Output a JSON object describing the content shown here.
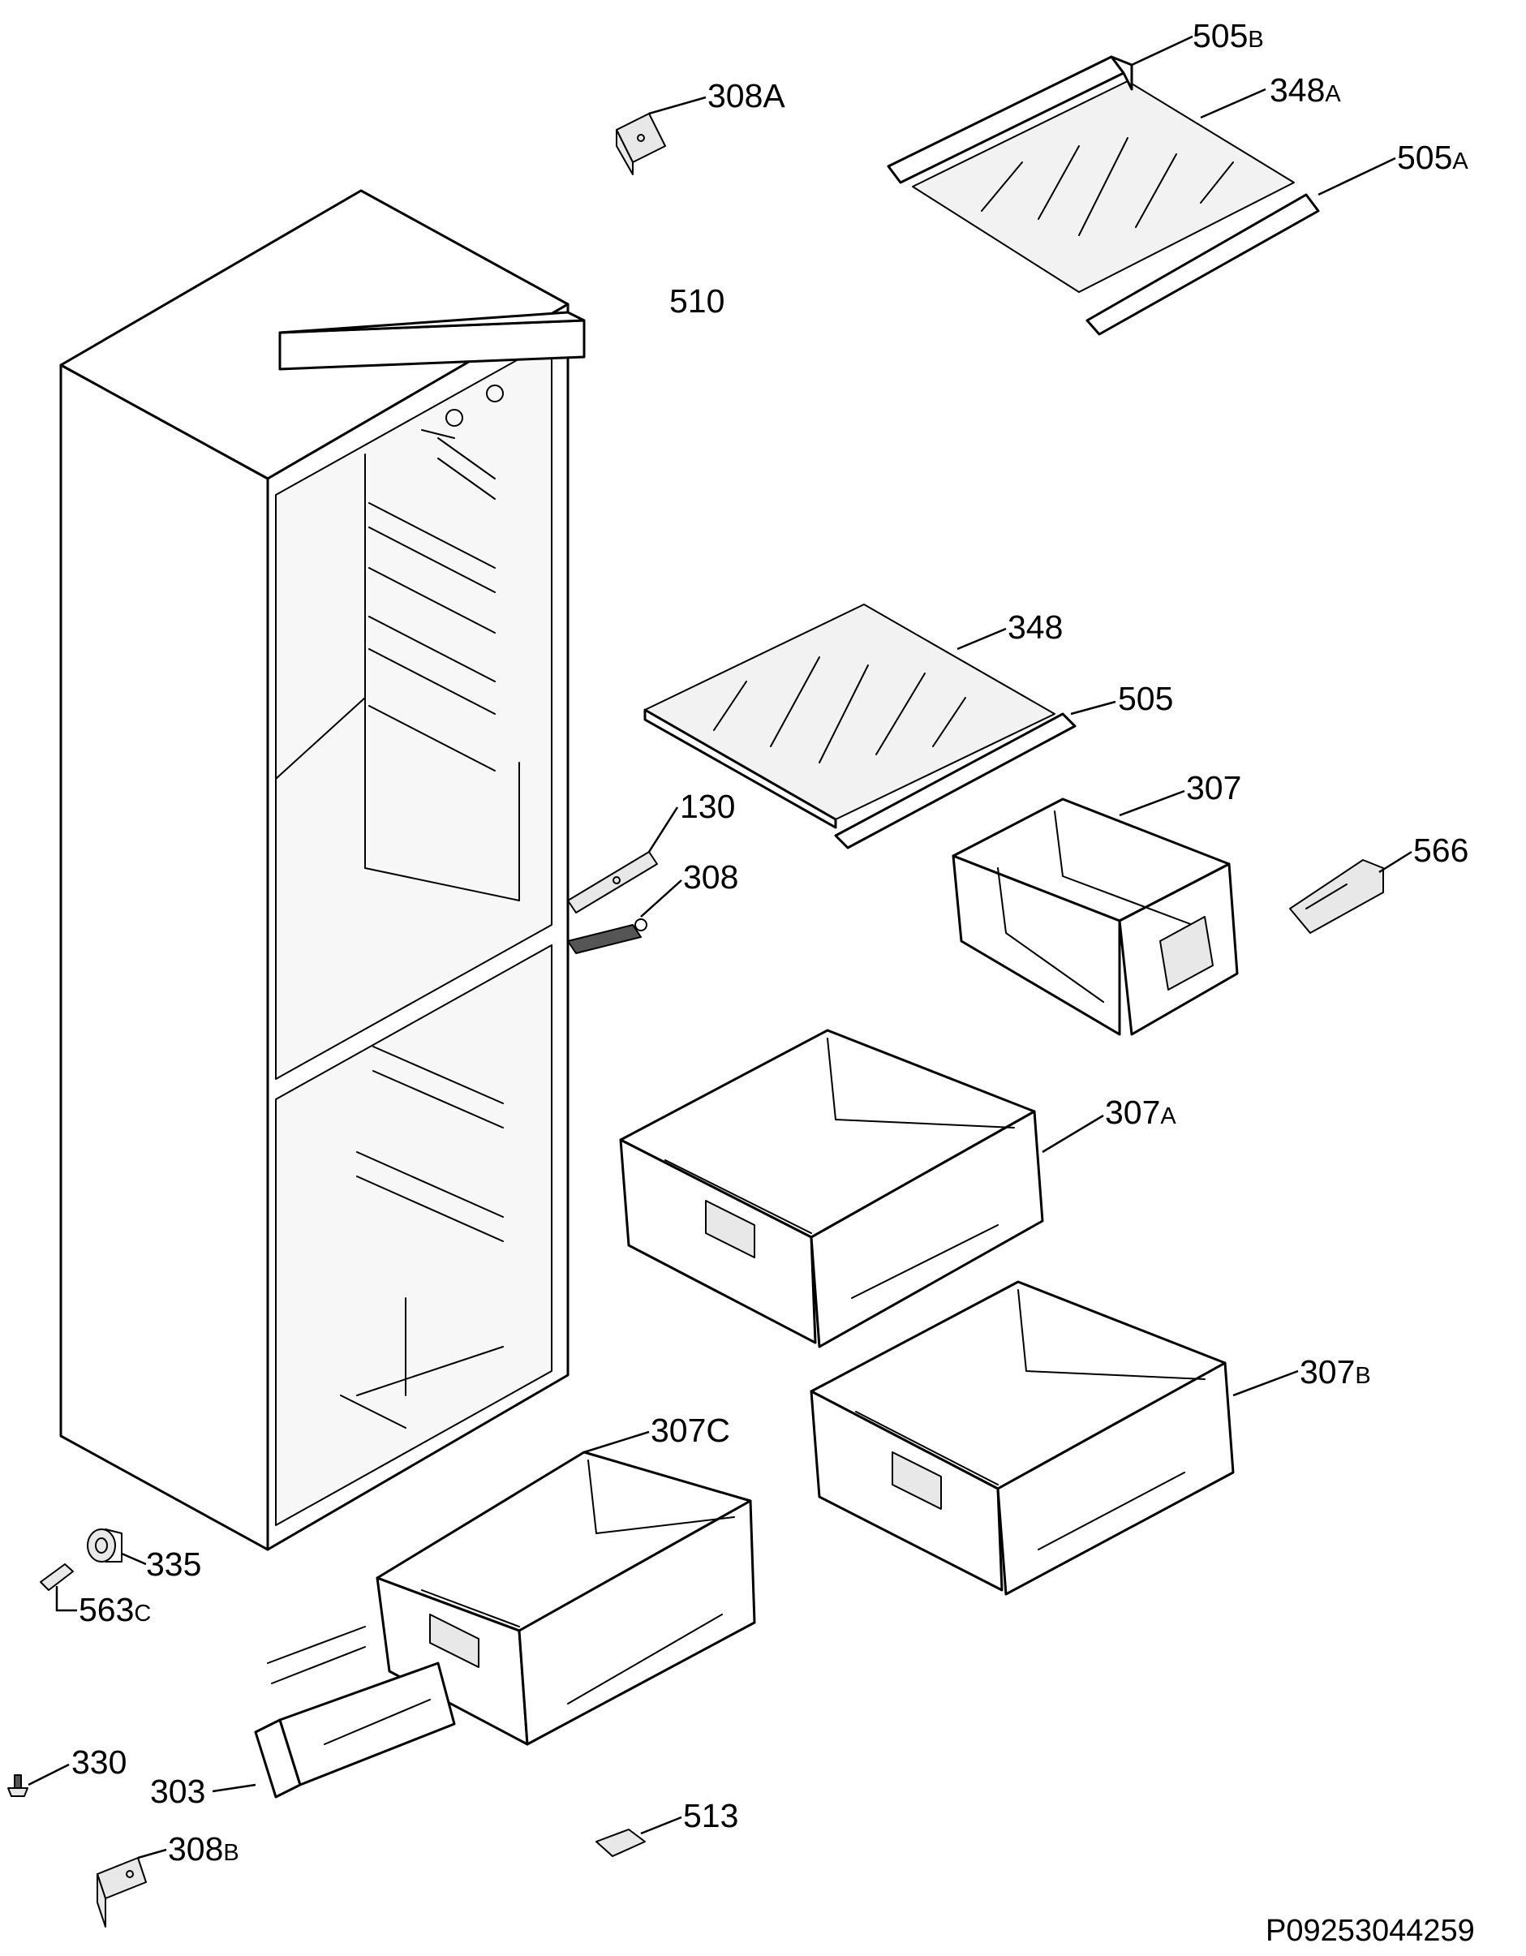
{
  "labels": {
    "l505b": {
      "num": "505",
      "sfx": "B"
    },
    "l348a": {
      "num": "348",
      "sfx": "A"
    },
    "l505a": {
      "num": "505",
      "sfx": "A"
    },
    "l308a": {
      "num": "308A"
    },
    "l510": {
      "num": "510"
    },
    "l348": {
      "num": "348"
    },
    "l505": {
      "num": "505"
    },
    "l130": {
      "num": "130"
    },
    "l308": {
      "num": "308"
    },
    "l307": {
      "num": "307"
    },
    "l566": {
      "num": "566"
    },
    "l307a": {
      "num": "307",
      "sfx": "A"
    },
    "l307b": {
      "num": "307",
      "sfx": "B"
    },
    "l307c": {
      "num": "307C"
    },
    "l335": {
      "num": "335"
    },
    "l563c": {
      "num": "563",
      "sfx": "C"
    },
    "l330": {
      "num": "330"
    },
    "l303": {
      "num": "303"
    },
    "l513": {
      "num": "513"
    },
    "l308b": {
      "num": "308",
      "sfx": "B"
    }
  },
  "document_code": "P09253044259"
}
